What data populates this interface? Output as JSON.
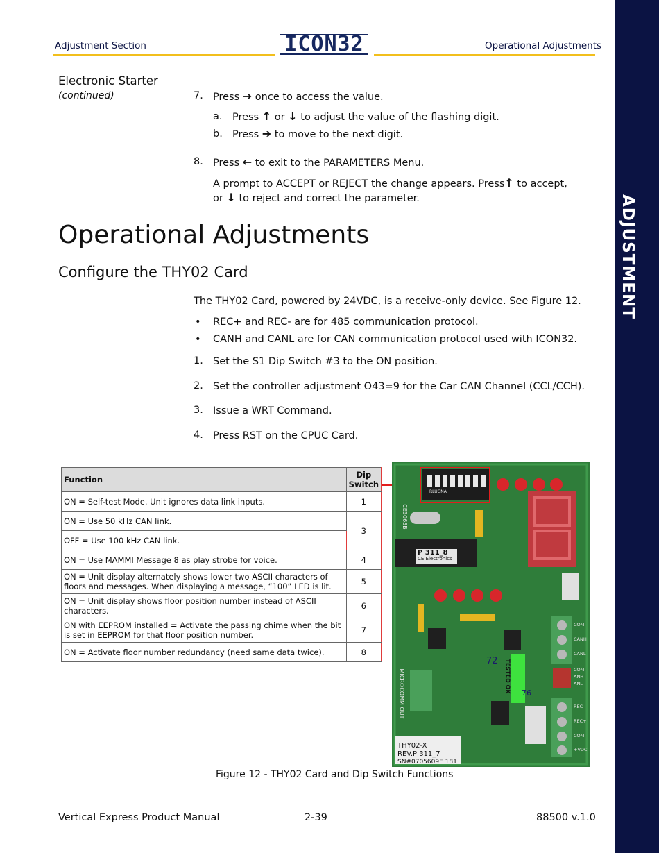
{
  "sidebar": {
    "label": "ADJUSTMENT"
  },
  "header": {
    "left": "Adjustment Section",
    "logo": "ICON32",
    "right": "Operational Adjustments"
  },
  "starter": {
    "heading": "Electronic Starter",
    "continued": "(continued)",
    "step7": {
      "num": "7.",
      "pre": "Press",
      "post": "once to access the value."
    },
    "step7a": {
      "num": "a.",
      "pre": "Press",
      "mid": "or",
      "post": "to adjust the value of the flashing digit."
    },
    "step7b": {
      "num": "b.",
      "pre": "Press",
      "post": "to move to the next digit."
    },
    "step8": {
      "num": "8.",
      "pre": "Press",
      "post": "to exit to the PARAMETERS Menu."
    },
    "prompt_line1_pre": "A prompt to ACCEPT or REJECT the change appears. Press",
    "prompt_line1_post": "to accept,",
    "prompt_line2_pre": "or",
    "prompt_line2_post": "to reject and correct the parameter."
  },
  "section": {
    "title": "Operational Adjustments",
    "subtitle": "Configure the THY02 Card",
    "intro": "The THY02 Card, powered by 24VDC, is a receive-only device. See Figure 12.",
    "bullets": [
      "REC+ and REC- are for 485 communication protocol.",
      "CANH and CANL are for CAN communication protocol used with ICON32."
    ],
    "steps": [
      {
        "num": "1.",
        "text": "Set the S1 Dip Switch #3 to the ON position."
      },
      {
        "num": "2.",
        "text": "Set the controller adjustment O43=9 for the Car CAN Channel (CCL/CCH)."
      },
      {
        "num": "3.",
        "text": "Issue a WRT Command."
      },
      {
        "num": "4.",
        "text": "Press RST on the CPUC Card."
      }
    ]
  },
  "table": {
    "header_function": "Function",
    "header_dip": "Dip Switch",
    "rows": [
      {
        "function": "ON = Self-test Mode. Unit ignores data link inputs.",
        "dip": "1"
      },
      {
        "function": "ON = Use 50 kHz CAN link.",
        "dip": "3"
      },
      {
        "function": "OFF = Use 100 kHz CAN link.",
        "dip": ""
      },
      {
        "function": "ON = Use MAMMI Message 8 as play strobe for voice.",
        "dip": "4"
      },
      {
        "function": "ON = Unit display alternately shows lower two ASCII characters of floors and messages. When displaying a message, “100” LED is lit.",
        "dip": "5"
      },
      {
        "function": "ON = Unit display shows floor position number instead of ASCII characters.",
        "dip": "6"
      },
      {
        "function": "ON with EEPROM installed = Activate the passing chime when the bit is set in EEPROM for that floor position number.",
        "dip": "7"
      },
      {
        "function": "ON = Activate floor number redundancy (need same data twice).",
        "dip": "8"
      }
    ]
  },
  "board": {
    "chip_label_1": "P 311_8",
    "chip_label_2": "CE Electronics",
    "tag_1": "THY02-X",
    "tag_2": "REV.P 311_7",
    "tag_3": "SN#0705609E 181",
    "tested_label": "TESTED OK",
    "side_label": "MICROCOMM OUT",
    "terminal_labels": [
      "COM",
      "CANH",
      "CANL",
      "COM",
      "ANH",
      "ANL",
      "REC-",
      "REC+",
      "COM",
      "+VDC"
    ],
    "dip_label": "RLUGNA",
    "code_label": "CE3065B",
    "ink_mark_1": "72",
    "ink_mark_2": "76"
  },
  "caption": "Figure 12 - THY02 Card and Dip Switch Functions",
  "footer": {
    "left": "Vertical Express Product Manual",
    "center": "2-39",
    "right": "88500 v.1.0"
  },
  "colors": {
    "sidebar": "#0b1343",
    "header_rule": "#f2bf1c",
    "callout": "#e21d1d",
    "board": "#2f7d3a"
  },
  "icons": [
    "arrow-right-icon",
    "arrow-up-icon",
    "arrow-down-icon",
    "arrow-left-icon"
  ]
}
